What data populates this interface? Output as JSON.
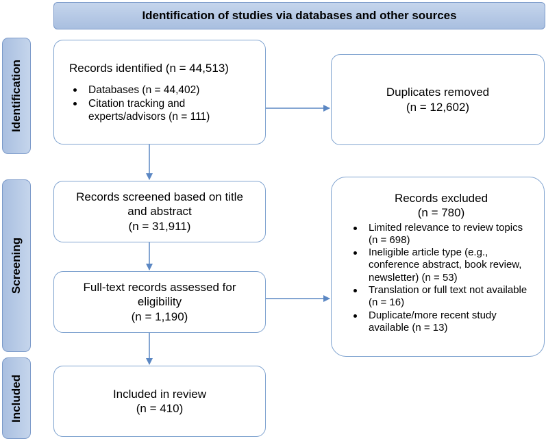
{
  "header": {
    "title": "Identification of studies via databases and other sources"
  },
  "phases": {
    "identification": "Identification",
    "screening": "Screening",
    "included": "Included"
  },
  "boxes": {
    "identified": {
      "title": "Records identified (n = 44,513)",
      "items": [
        "Databases (n = 44,402)",
        "Citation tracking and experts/advisors (n = 111)"
      ]
    },
    "duplicates": {
      "title": "Duplicates removed",
      "count": "(n = 12,602)"
    },
    "screened": {
      "title": "Records screened based on title and abstract",
      "count": "(n = 31,911)"
    },
    "fulltext": {
      "title": "Full-text records assessed for eligibility",
      "count": "(n = 1,190)"
    },
    "excluded": {
      "title": "Records excluded",
      "count": "(n = 780)",
      "items": [
        "Limited relevance to review topics (n = 698)",
        "Ineligible article type (e.g., conference abstract, book review, newsletter) (n = 53)",
        "Translation or full text not available (n = 16)",
        "Duplicate/more recent study available (n = 13)"
      ]
    },
    "included": {
      "title": "Included in review",
      "count": "(n = 410)"
    }
  },
  "colors": {
    "border": "#7ea2cf",
    "arrow": "#5b87c3",
    "phase_fill": "#b8cbe7"
  }
}
